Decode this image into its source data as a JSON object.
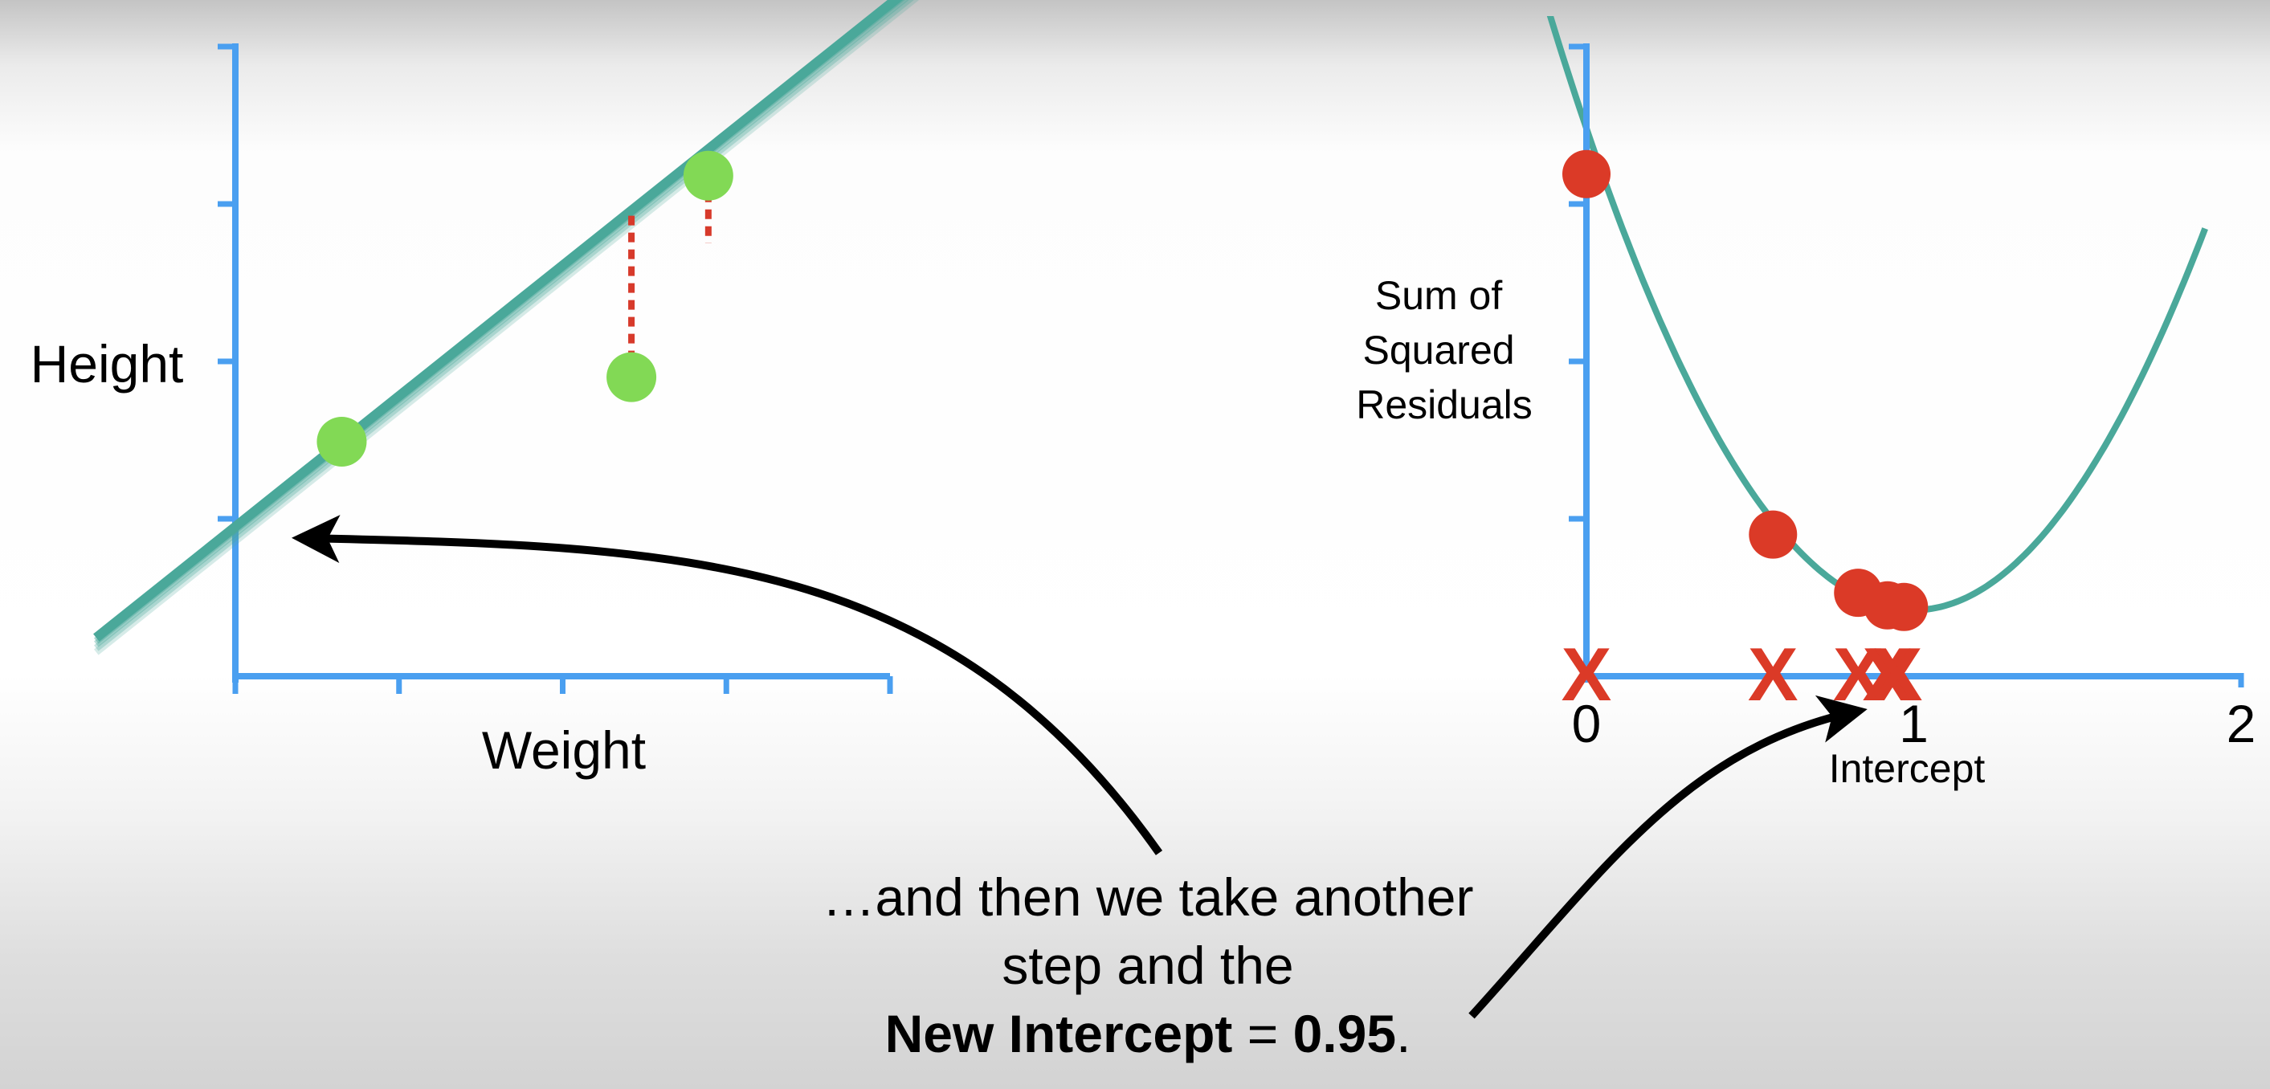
{
  "colors": {
    "axis": "#4a9ff0",
    "fit_line": "#4aa89a",
    "points": "#82d955",
    "residual": "#d73a2b",
    "marker": "#db3a27",
    "curve": "#4aa89a",
    "text": "#000000"
  },
  "chart_data": [
    {
      "type": "scatter",
      "xlabel": "Weight",
      "ylabel": "Height",
      "xlim": [
        0,
        4
      ],
      "ylim": [
        0,
        4
      ],
      "x_ticks": 4,
      "y_ticks": 4,
      "points": [
        {
          "x": 0.65,
          "y": 1.49
        },
        {
          "x": 2.42,
          "y": 1.9
        },
        {
          "x": 2.89,
          "y": 3.18
        }
      ],
      "fit_line": {
        "intercept": 0.95,
        "slope": 0.83,
        "x_range": [
          -0.85,
          4.25
        ]
      },
      "residuals": [
        {
          "x": 2.42,
          "from": 1.9,
          "to": 2.96
        },
        {
          "x": 2.89,
          "from": 3.18,
          "to": 2.75
        }
      ]
    },
    {
      "type": "line",
      "xlabel": "Intercept",
      "ylabel": "Sum of Squared Residuals",
      "xlim": [
        0,
        2
      ],
      "ylim": [
        0,
        4
      ],
      "x_tick_labels": [
        {
          "x": 0,
          "label": "0"
        },
        {
          "x": 1,
          "label": "1"
        },
        {
          "x": 2,
          "label": "2"
        }
      ],
      "y_ticks": 4,
      "curve": {
        "min_x": 1.0,
        "min_y": 0.42,
        "a": 3.06,
        "x_range": [
          -0.16,
          1.89
        ]
      },
      "intercept_steps": [
        0,
        0.57,
        0.83,
        0.92,
        0.95
      ],
      "ssr_points": [
        {
          "x": 0,
          "y": 3.19
        },
        {
          "x": 0.57,
          "y": 0.9
        },
        {
          "x": 0.83,
          "y": 0.53
        },
        {
          "x": 0.92,
          "y": 0.45
        },
        {
          "x": 0.97,
          "y": 0.44
        }
      ],
      "marker_symbol": "X"
    }
  ],
  "caption": {
    "line1": "…and then we take another",
    "line2": "step and the",
    "line3_bold_1": "New Intercept",
    "line3_mid": " = ",
    "line3_bold_2": "0.95",
    "line3_end": "."
  }
}
